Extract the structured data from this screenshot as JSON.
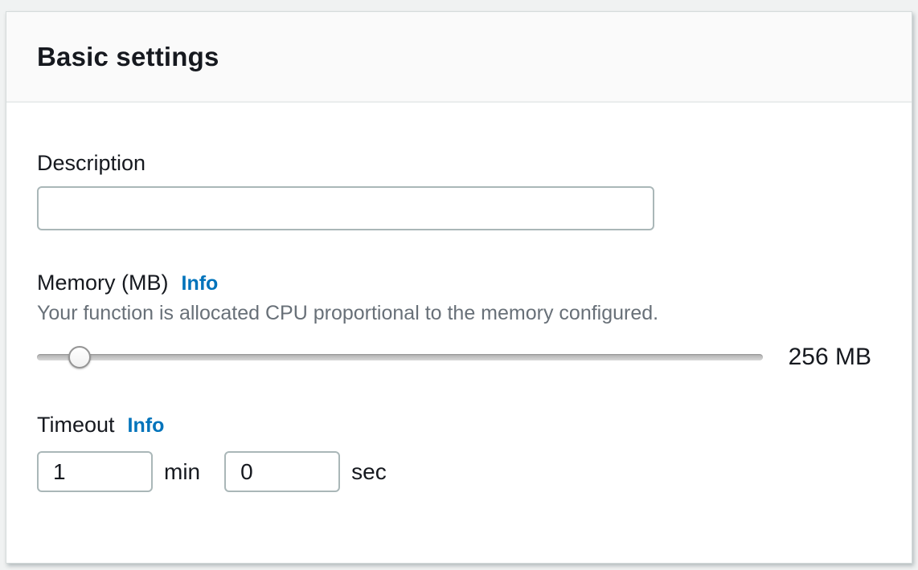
{
  "panel": {
    "title": "Basic settings"
  },
  "description": {
    "label": "Description",
    "value": ""
  },
  "memory": {
    "label": "Memory (MB)",
    "info_label": "Info",
    "help_text": "Your function is allocated CPU proportional to the memory configured.",
    "value_display": "256 MB",
    "slider_percent": 5.9
  },
  "timeout": {
    "label": "Timeout",
    "info_label": "Info",
    "minutes_value": "1",
    "minutes_unit": "min",
    "seconds_value": "0",
    "seconds_unit": "sec"
  },
  "colors": {
    "link_blue": "#0073bb",
    "text_dark": "#16191f",
    "text_gray": "#687078",
    "header_bg": "#fafafa",
    "card_border": "#d5dbdb",
    "divider": "#eaeded",
    "input_border": "#aab7b8",
    "page_bg": "#f0f2f2"
  }
}
